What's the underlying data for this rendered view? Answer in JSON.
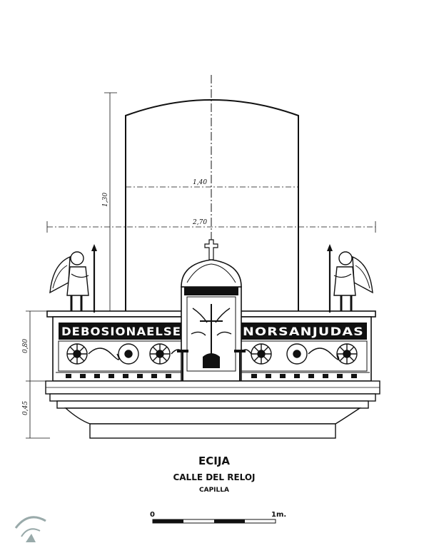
{
  "dimensions": {
    "niche_width": "1,40",
    "total_width": "2,70",
    "niche_height": "1,30",
    "rail_height": "0,80",
    "base_height": "0,45"
  },
  "inscription": {
    "left": "DEBOSIONAELSE",
    "right": "NORSANJUDAS"
  },
  "caption": {
    "town": "ECIJA",
    "street": "CALLE DEL RELOJ",
    "type": "CAPILLA"
  },
  "scale": {
    "start": "0",
    "end": "1m."
  }
}
